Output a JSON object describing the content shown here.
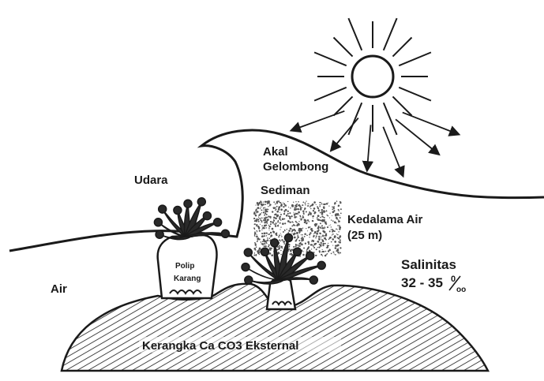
{
  "labels": {
    "udara": "Udara",
    "akal_line1": "Akal",
    "akal_line2": "Gelombong",
    "sediman": "Sediman",
    "kedalaman_line1": "Kedalama Air",
    "kedalaman_line2": "(25 m)",
    "salinitas_line1": "Salinitas",
    "salinitas_value": "32 - 35",
    "salinitas_unit_top": "0",
    "salinitas_unit_bottom": "oo",
    "air": "Air",
    "polip_line1": "Polip",
    "polip_line2": "Karang",
    "kerangka": "Kerangka Ca CO3 Eksternal"
  },
  "colors": {
    "ink": "#1a1a1a",
    "background": "#ffffff"
  }
}
